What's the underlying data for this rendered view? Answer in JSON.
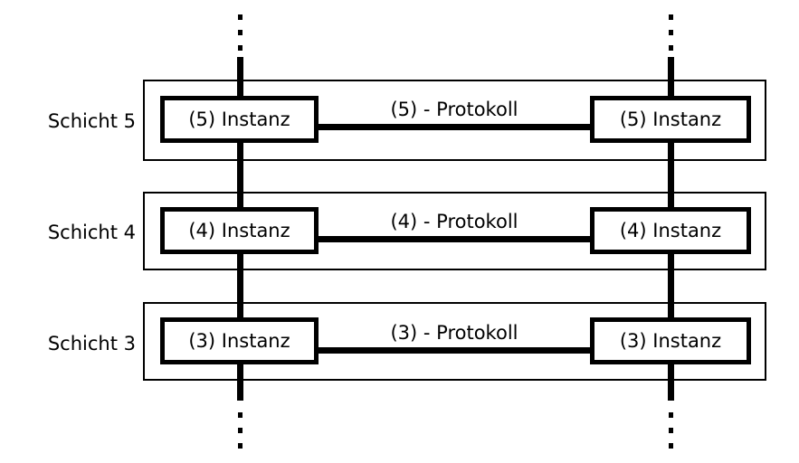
{
  "layers": [
    {
      "name": "Schicht 5",
      "left_instance": "(5) Instanz",
      "protocol": "(5) - Protokoll",
      "right_instance": "(5) Instanz"
    },
    {
      "name": "Schicht 4",
      "left_instance": "(4) Instanz",
      "protocol": "(4) - Protokoll",
      "right_instance": "(4) Instanz"
    },
    {
      "name": "Schicht 3",
      "left_instance": "(3) Instanz",
      "protocol": "(3) - Protokoll",
      "right_instance": "(3) Instanz"
    }
  ],
  "colors": {
    "line": "#000000",
    "background": "#ffffff"
  }
}
